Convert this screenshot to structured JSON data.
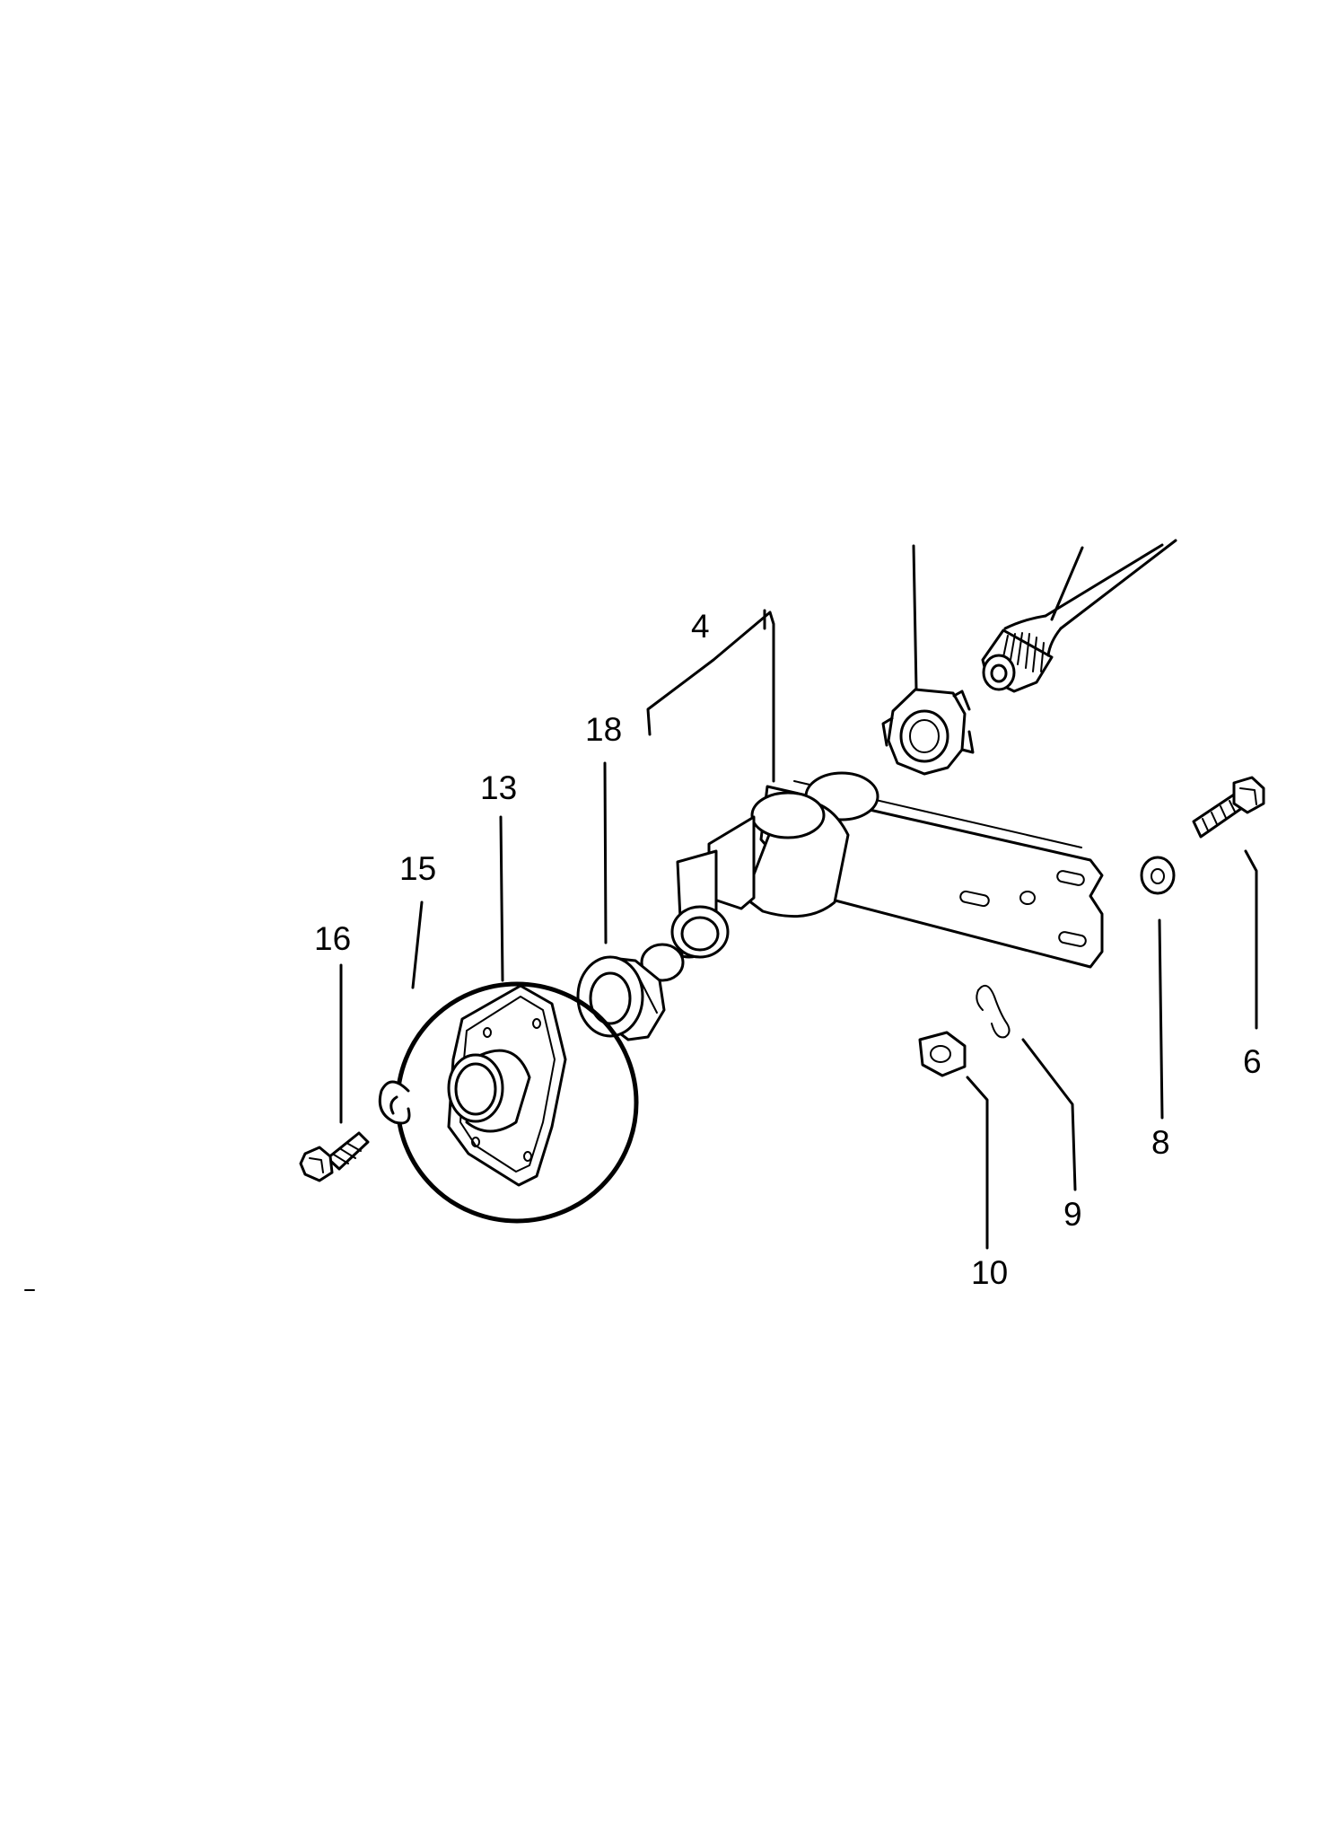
{
  "callouts": {
    "c4": "4",
    "c6": "6",
    "c8": "8",
    "c9": "9",
    "c10": "10",
    "c13": "13",
    "c15": "15",
    "c16": "16",
    "c18": "18"
  },
  "highlight": {
    "target": "13",
    "shape": "circle",
    "color": "#000000"
  },
  "icons": {
    "bolt": "hex-bolt-icon",
    "washer": "flat-washer-icon",
    "nut": "hex-nut-icon",
    "clip": "spring-clip-icon",
    "flange": "bearing-flange-icon",
    "bearing": "ball-bearing-icon",
    "ring": "retaining-ring-icon",
    "arm": "lever-arm-icon",
    "shaft": "splined-shaft-icon",
    "castle_nut": "castle-nut-icon"
  }
}
